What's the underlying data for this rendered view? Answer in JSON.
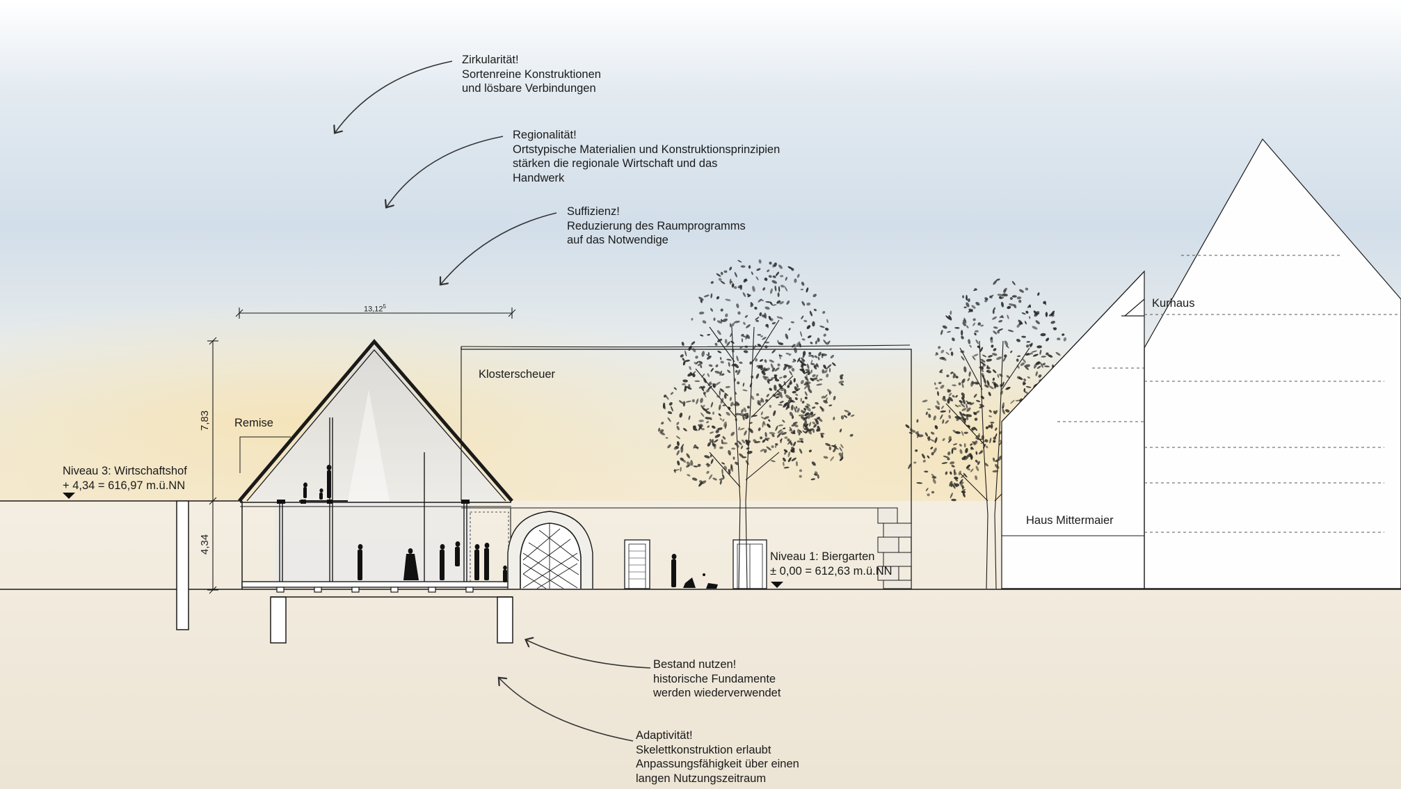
{
  "annotations": {
    "circularity": {
      "title": "Zirkularität!",
      "lines": [
        "Sortenreine Konstruktionen",
        "und lösbare Verbindungen"
      ]
    },
    "regionality": {
      "title": "Regionalität!",
      "lines": [
        "Ortstypische Materialien und Konstruktionsprinzipien",
        "stärken die regionale Wirtschaft und das",
        "Handwerk"
      ]
    },
    "sufficiency": {
      "title": "Suffizienz!",
      "lines": [
        "Reduzierung des Raumprogramms",
        "auf das Notwendige"
      ]
    },
    "reuse": {
      "title": "Bestand nutzen!",
      "lines": [
        "historische Fundamente",
        "werden wiederverwendet"
      ]
    },
    "adaptivity": {
      "title": "Adaptivität!",
      "lines": [
        "Skelettkonstruktion erlaubt",
        "Anpassungsfähigkeit über einen",
        "langen Nutzungszeitraum"
      ]
    }
  },
  "buildings": {
    "remise": "Remise",
    "klosterscheuer": "Klosterscheuer",
    "kurhaus": "Kurhaus",
    "haus_mittermaier": "Haus Mittermaier"
  },
  "levels": {
    "level3": {
      "name": "Niveau 3: Wirtschaftshof",
      "value": "+ 4,34 = 616,97 m.ü.NN"
    },
    "level1": {
      "name": "Niveau 1: Biergarten",
      "value": "± 0,00 = 612,63 m.ü.NN"
    }
  },
  "dimensions": {
    "width": "13,12",
    "width_sup": "5",
    "height_roof": "7,83",
    "height_level": "4,34"
  },
  "colors": {
    "sky": "#d4e0ea",
    "glow": "#f3e7c5",
    "ground": "#f2ece1",
    "line": "#1a1a1a"
  }
}
